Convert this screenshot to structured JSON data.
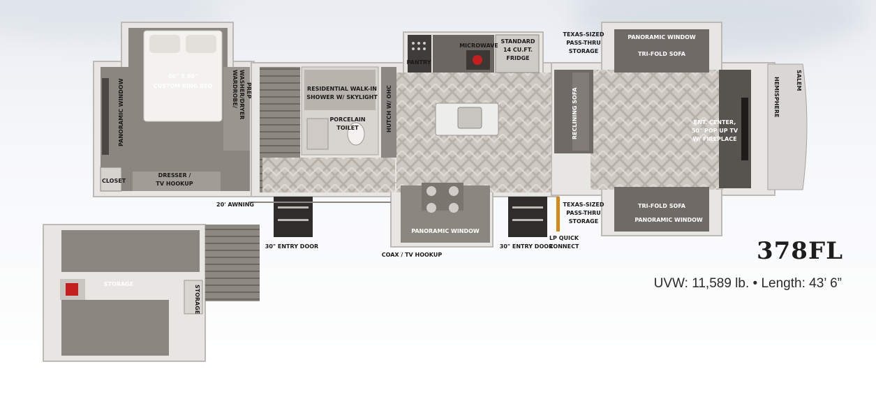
{
  "model": "378FL",
  "specs": {
    "uvw_label": "UVW:",
    "uvw_value": "11,589 lb.",
    "separator": "•",
    "length_label": "Length:",
    "length_value": "43’ 6”"
  },
  "brand": {
    "logo_text": "SALEM",
    "logo_subtext": "HEMISPHERE"
  },
  "labels": {
    "bed": [
      "66\" X 80\"",
      "CUSTOM KING BED"
    ],
    "wardrobe": [
      "WARDROBE/",
      "WASHER/DRYER",
      "PREP"
    ],
    "panoramic_window_bedroom": "PANORAMIC WINDOW",
    "closet": "CLOSET",
    "dresser": [
      "DRESSER /",
      "TV HOOKUP"
    ],
    "awning": "20' AWNING",
    "shower": [
      "RESIDENTIAL WALK-IN",
      "SHOWER W/ SKYLIGHT"
    ],
    "toilet": [
      "PORCELAIN",
      "TOILET"
    ],
    "hutch": "HUTCH W/ OHC",
    "pantry": "PANTRY",
    "microwave": "MICROWAVE",
    "fridge": [
      "STANDARD",
      "14 CU.FT.",
      "FRIDGE"
    ],
    "pass_thru_top": [
      "TEXAS-SIZED",
      "PASS-THRU",
      "STORAGE"
    ],
    "pass_thru_bottom": [
      "TEXAS-SIZED",
      "PASS-THRU",
      "STORAGE"
    ],
    "panoramic_window_top": "PANORAMIC WINDOW",
    "trifold_top": "TRI-FOLD SOFA",
    "reclining_sofa": "RECLINING SOFA",
    "ent_center": [
      "ENT. CENTER,",
      "50\" POP UP TV",
      "W/ FIREPLACE"
    ],
    "trifold_bottom": "TRI-FOLD SOFA",
    "panoramic_window_bottom": "PANORAMIC WINDOW",
    "panoramic_window_dinette": "PANORAMIC WINDOW",
    "entry_door_left": "30\" ENTRY DOOR",
    "entry_door_right": "30\" ENTRY DOOR",
    "coax": "COAX / TV HOOKUP",
    "lp_quick": [
      "LP QUICK",
      "CONNECT"
    ],
    "storage_lower": "STORAGE",
    "storage_lower_small": "STORAGE"
  }
}
